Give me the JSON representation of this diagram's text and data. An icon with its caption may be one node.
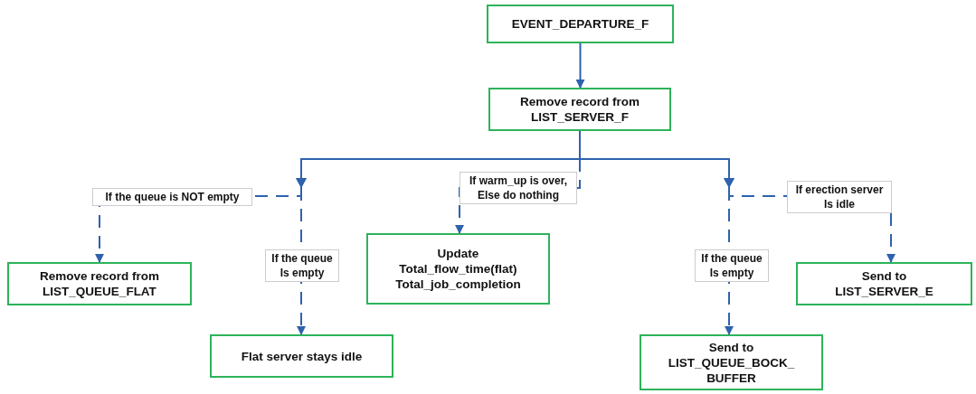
{
  "diagram": {
    "nodes": [
      {
        "text": [
          "EVENT_DEPARTURE_F"
        ]
      },
      {
        "text": [
          "Remove record from LIST_SERVER_F"
        ]
      },
      {
        "text": [
          "Remove record from LIST_QUEUE_FLAT"
        ]
      },
      {
        "text": [
          "Update Total_flow_time(flat) Total_job_completion"
        ]
      },
      {
        "text": [
          "Send to LIST_SERVER_E"
        ]
      },
      {
        "text": [
          "Flat server stays idle"
        ]
      },
      {
        "text": [
          "Send to LIST_QUEUE_BOCK_ BUFFER"
        ]
      }
    ],
    "edges": [
      {
        "from": 0,
        "to": 1,
        "arrow": "to"
      },
      {
        "from": 1,
        "to": 2,
        "arrow": "to",
        "label": "If the queue is NOT empty",
        "style": "dashed"
      },
      {
        "from": 1,
        "to": 3,
        "arrow": "to",
        "label": "If warm_up is over, Else do nothing",
        "style": "dashed"
      },
      {
        "from": 1,
        "to": 4,
        "arrow": "to",
        "label": "If erection server Is idle",
        "style": "dashed"
      },
      {
        "from": 1,
        "to": 5,
        "arrow": "to",
        "label": "If the queue Is empty",
        "style": "dashed"
      },
      {
        "from": 1,
        "to": 6,
        "arrow": "to",
        "label": "If the queue Is empty",
        "style": "dashed"
      }
    ]
  }
}
